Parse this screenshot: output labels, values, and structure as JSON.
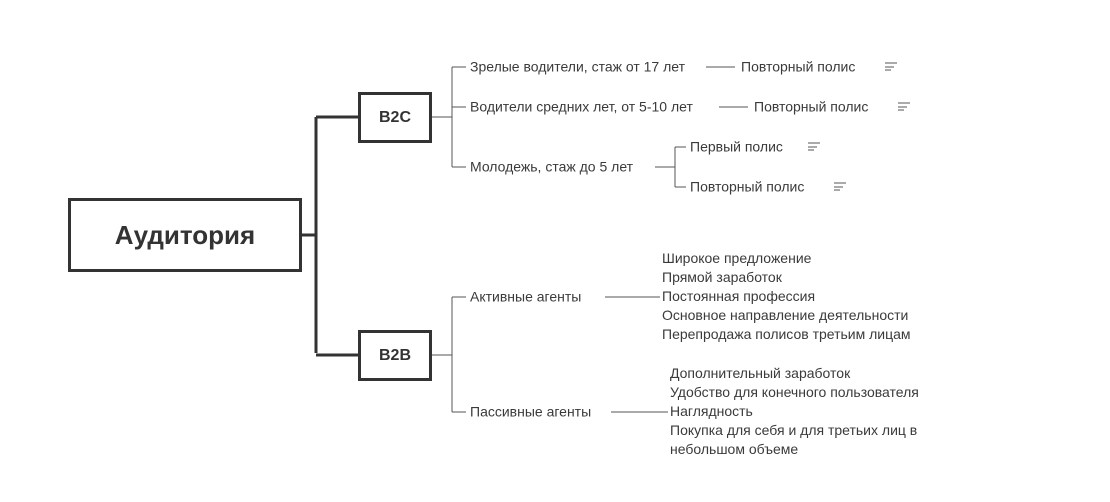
{
  "root": {
    "label": "Аудитория"
  },
  "b2c": {
    "label": "B2C",
    "children": [
      {
        "label": "Зрелые водители, стаж от 17 лет",
        "child": "Повторный полис"
      },
      {
        "label": "Водители средних лет, от 5-10 лет",
        "child": "Повторный полис"
      },
      {
        "label": "Молодежь, стаж до 5 лет",
        "children": [
          "Первый полис",
          "Повторный полис"
        ]
      }
    ]
  },
  "b2b": {
    "label": "B2B",
    "children": [
      {
        "label": "Активные агенты",
        "items": [
          "Широкое предложение",
          "Прямой заработок",
          "Постоянная профессия",
          "Основное направление деятельности",
          "Перепродажа полисов третьим лицам"
        ]
      },
      {
        "label": "Пассивные агенты",
        "items": [
          "Дополнительный заработок",
          "Удобство для конечного пользователя",
          "Наглядность",
          "Покупка для себя и для третьих лиц в",
          "небольшом объеме"
        ]
      }
    ]
  },
  "icons": {
    "note": "notes-icon"
  }
}
